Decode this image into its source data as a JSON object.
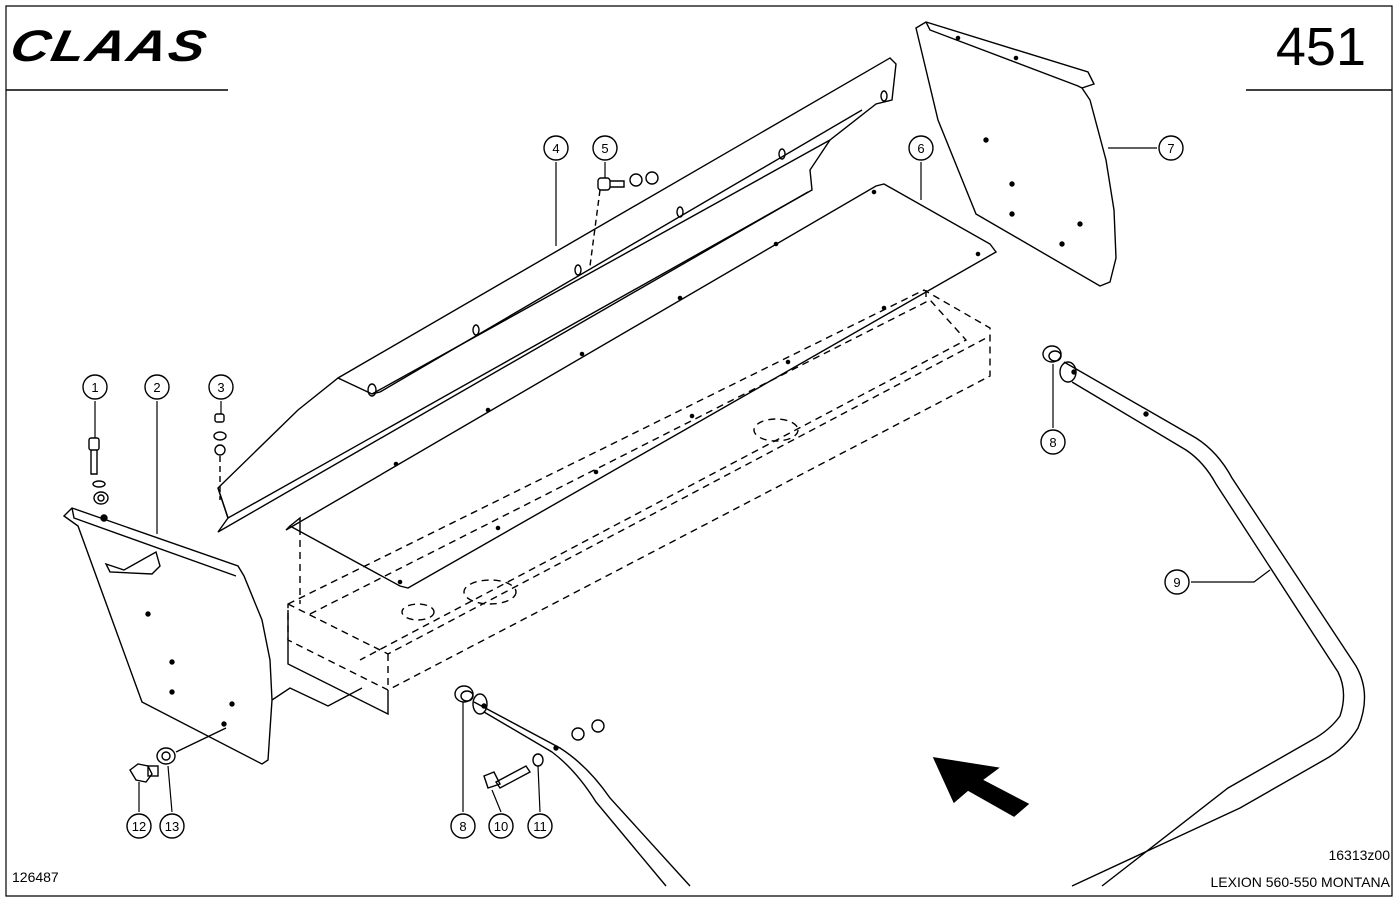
{
  "brand": "CLAAS",
  "page_number": "451",
  "drawing_number": "126487",
  "figure_code": "16313z00",
  "model": "LEXION 560-550 MONTANA",
  "callouts": [
    "1",
    "2",
    "3",
    "4",
    "5",
    "6",
    "7",
    "8",
    "9",
    "8",
    "10",
    "11",
    "12",
    "13"
  ]
}
